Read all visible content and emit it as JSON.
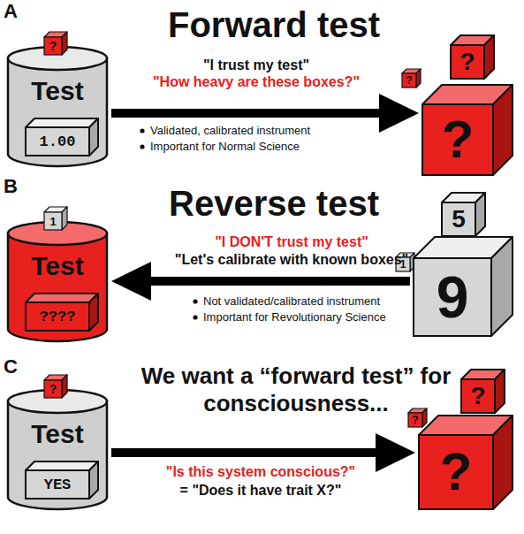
{
  "diagram": {
    "nodes": [
      {
        "text": [
          "Test"
        ]
      },
      {
        "text": [
          "1.00"
        ],
        "in": 0
      },
      {
        "text": [
          "?"
        ]
      },
      {
        "text": [
          "?"
        ]
      },
      {
        "text": [
          "?"
        ]
      },
      {
        "text": [
          "?"
        ]
      },
      {
        "text": [
          "Test"
        ]
      },
      {
        "text": [
          "????"
        ],
        "in": 6
      },
      {
        "text": [
          "1"
        ]
      },
      {
        "text": [
          "1"
        ]
      },
      {
        "text": [
          "5"
        ]
      },
      {
        "text": [
          "9"
        ]
      },
      {
        "text": [
          "Test"
        ]
      },
      {
        "text": [
          "YES"
        ],
        "in": 12
      },
      {
        "text": [
          "?"
        ]
      },
      {
        "text": [
          "?"
        ]
      },
      {
        "text": [
          "?"
        ]
      },
      {
        "text": [
          "?"
        ]
      }
    ],
    "edges": [
      {
        "from": 0,
        "to": 5,
        "arrow": "to"
      },
      {
        "from": 11,
        "to": 6,
        "arrow": "to"
      },
      {
        "from": 12,
        "to": 17,
        "arrow": "to"
      }
    ],
    "labels": [
      "A",
      "Forward test",
      "\"I trust my test\"",
      "\"How heavy are these boxes?\"",
      "Validated, calibrated instrument",
      "Important for Normal Science",
      "B",
      "Reverse test",
      "\"I DON'T trust my test\"",
      "\"Let's calibrate with known boxes\"",
      "Not validated/calibrated instrument",
      "Important for Revolutionary Science",
      "C",
      "We want a “forward test” for consciousness...",
      "\"Is this system conscious?\"",
      "= \"Does it have trait X?\""
    ]
  }
}
